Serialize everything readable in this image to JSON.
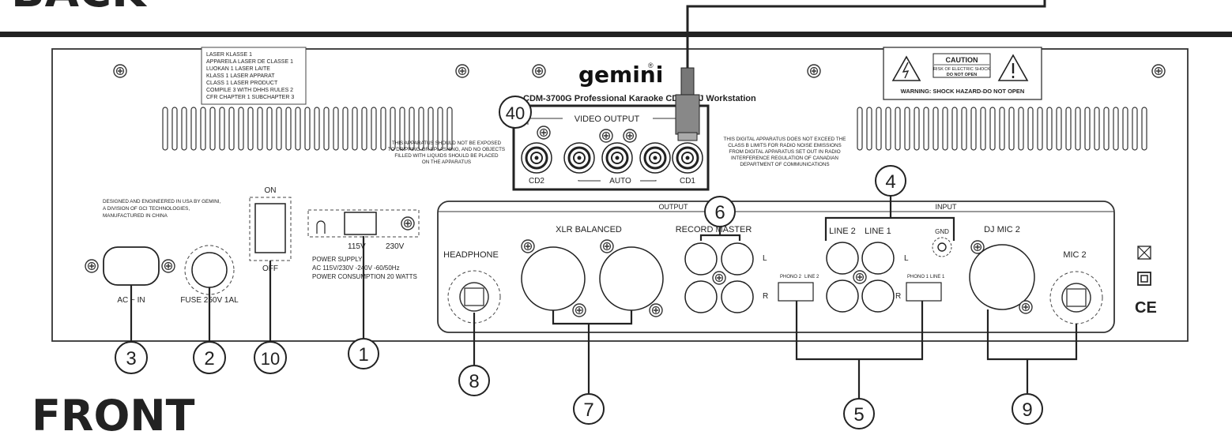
{
  "headings": {
    "back": "BACK",
    "front": "FRONT"
  },
  "brand": "gemini",
  "reg_mark": "®",
  "model_line": "CDM-3700G Professional Karaoke CD+G DJ Workstation",
  "laser_label": [
    "LASER KLASSE 1",
    "APPAREILA LASER DE CLASSE 1",
    "LUOKAN 1 LASER LAITE",
    "KLASS 1 LASER APPARAT",
    "CLASS 1 LASER PRODUCT",
    "COMPILE 3 WITH DHHS RULES 2",
    "CFR CHAPTER 1 SUBCHAPTER 3"
  ],
  "caution": {
    "title": "CAUTION",
    "line1": "RISK OF ELECTRIC SHOCK",
    "line2": "DO NOT OPEN",
    "warning": "WARNING: SHOCK HAZARD-DO NOT OPEN"
  },
  "exposure_note": [
    "THIS APPARATUS SHOULD NOT BE EXPOSED",
    "TO DRIPPING OR SPLASHING, AND NO OBJECTS",
    "FILLED WITH LIQUIDS SHOULD BE PLACED",
    "ON THE APPARATUS"
  ],
  "digital_note": [
    "THIS DIGITAL APPARATUS DOES NOT EXCEED THE",
    "CLASS B LIMITS FOR RADIO NOISE EMISSIONS",
    "FROM DIGITAL APPARATUS SET OUT IN RADIO",
    "INTERFERENCE REGULATION  OF CANADIAN",
    "DEPARTMENT OF COMMUNICATIONS"
  ],
  "designed_note": [
    "DESIGNED AND ENGINEERED IN USA BY GEMINI,",
    "A DIVISION OF GCI TECHNOLOGIES,",
    "MANUFACTURED IN CHINA"
  ],
  "video_output": {
    "title": "VIDEO OUTPUT",
    "cd2": "CD2",
    "auto": "AUTO",
    "cd1": "CD1"
  },
  "power": {
    "on": "ON",
    "off": "OFF",
    "v115": "115V",
    "v230": "230V",
    "supply": [
      "POWER SUPPLY",
      "AC 115V/230V -240V -60/50Hz",
      "POWER CONSUMPTION  20 WATTS"
    ],
    "ac_in": "AC ~ IN",
    "fuse": "FUSE 250V 1AL"
  },
  "front_panel": {
    "output": "OUTPUT",
    "input": "INPUT",
    "headphone": "HEADPHONE",
    "xlr": "XLR BALANCED",
    "record_master": "RECORD  MASTER",
    "l": "L",
    "r": "R",
    "line2": "LINE 2",
    "line1": "LINE 1",
    "gnd": "GND",
    "phono2": "PHONO 2",
    "line2_small": "LINE 2",
    "phono1": "PHONO 1",
    "line1_small": "LINE 1",
    "dj_mic2": "DJ MIC 2",
    "mic2": "MIC 2"
  },
  "callouts": {
    "n1": "1",
    "n2": "2",
    "n3": "3",
    "n4": "4",
    "n5": "5",
    "n6": "6",
    "n7": "7",
    "n8": "8",
    "n9": "9",
    "n10": "10",
    "n40": "40"
  },
  "compliance": {
    "ce": "CE"
  }
}
